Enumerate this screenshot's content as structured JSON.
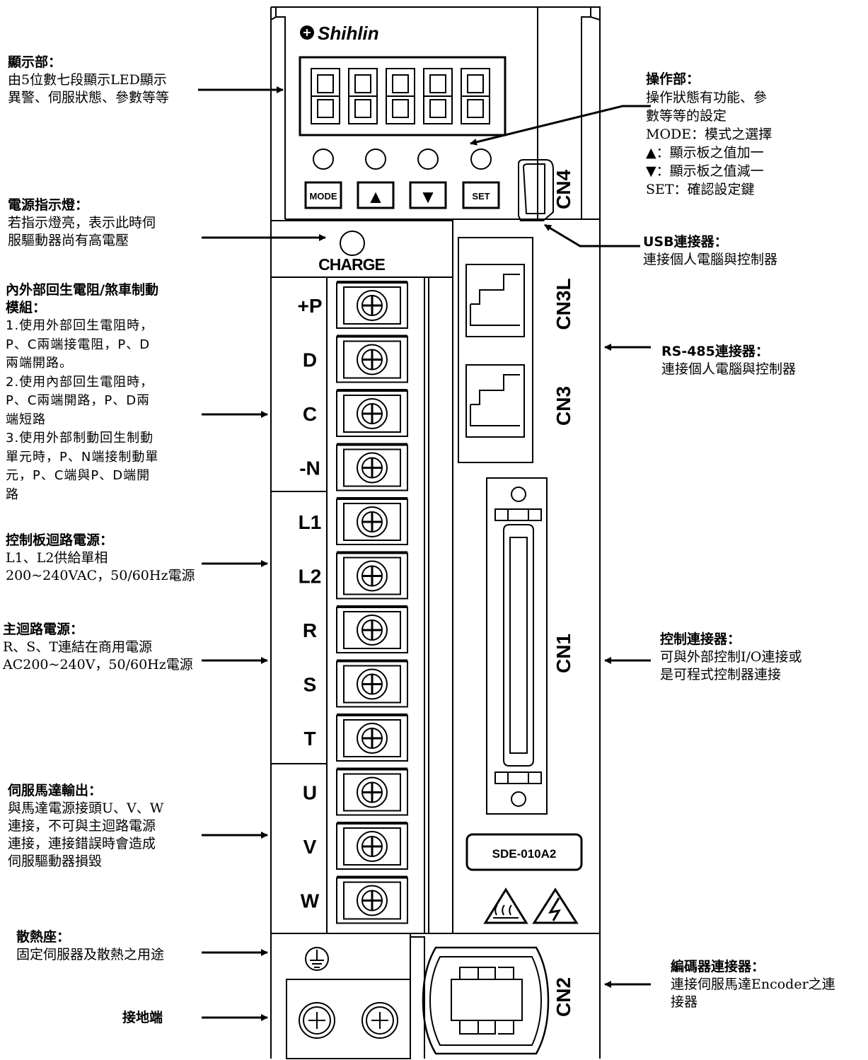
{
  "brand": "Shihlin",
  "device": {
    "operation_buttons": [
      "MODE",
      "▲",
      "▼",
      "SET"
    ],
    "charge_label": "CHARGE",
    "terminals": [
      "+P",
      "D",
      "C",
      "-N",
      "L1",
      "L2",
      "R",
      "S",
      "T",
      "U",
      "V",
      "W"
    ],
    "connectors": [
      "CN4",
      "CN3L",
      "CN3",
      "CN1",
      "CN2"
    ],
    "model": "SDE-010A2"
  },
  "annotations": {
    "display": {
      "title": "顯示部：",
      "lines": [
        "由5位數七段顯示LED顯示",
        "異警、伺服狀態、參數等等"
      ]
    },
    "operation": {
      "title": "操作部：",
      "lines": [
        "操作狀態有功能、參",
        "數等等的設定",
        "MODE：模式之選擇",
        "▲：顯示板之值加一",
        "▼：顯示板之值減一",
        "SET：確認設定鍵"
      ]
    },
    "power_indicator": {
      "title": "電源指示燈：",
      "lines": [
        "若指示燈亮，表示此時伺",
        "服驅動器尚有高電壓"
      ]
    },
    "usb": {
      "title": "USB連接器：",
      "lines": [
        "連接個人電腦與控制器"
      ]
    },
    "regen": {
      "title": "內外部回生電阻/煞車制動",
      "title2": "模組：",
      "lines": [
        "1.使用外部回生電阻時，",
        "P、C兩端接電阻，P、D",
        "兩端開路。",
        "2.使用內部回生電阻時，",
        "P、C兩端開路，P、D兩",
        "端短路",
        "3.使用外部制動回生制動",
        "單元時，P、N端接制動單",
        "元，P、C端與P、D端開",
        "路"
      ]
    },
    "rs485": {
      "title": "RS-485連接器：",
      "lines": [
        "連接個人電腦與控制器"
      ]
    },
    "control_power": {
      "title": "控制板迴路電源：",
      "lines": [
        "L1、L2供給單相",
        "200~240VAC，50/60Hz電源"
      ]
    },
    "main_power": {
      "title": "主迴路電源：",
      "lines": [
        "R、S、T連結在商用電源",
        "AC200~240V，50/60Hz電源"
      ]
    },
    "control_connector": {
      "title": "控制連接器：",
      "lines": [
        "可與外部控制I/O連接或",
        "是可程式控制器連接"
      ]
    },
    "motor_output": {
      "title": "伺服馬達輸出：",
      "lines": [
        "與馬達電源接頭U、V、W",
        "連接，不可與主迴路電源",
        "連接，連接錯誤時會造成",
        "伺服驅動器損毀"
      ]
    },
    "heatsink": {
      "title": "散熱座：",
      "lines": [
        "固定伺服器及散熱之用途"
      ]
    },
    "ground": {
      "title": "接地端"
    },
    "encoder": {
      "title": "編碼器連接器：",
      "lines": [
        "連接伺服馬達Encoder之連",
        "接器"
      ]
    }
  }
}
